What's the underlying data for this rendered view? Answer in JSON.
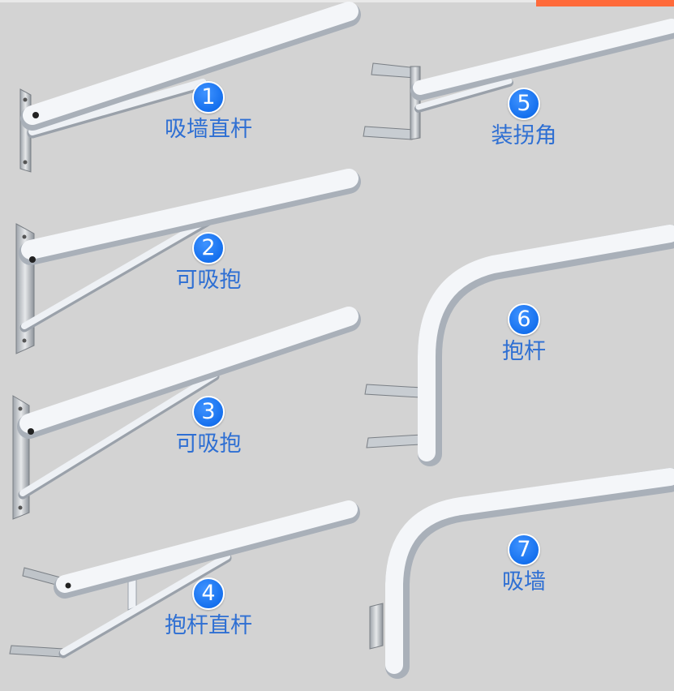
{
  "colors": {
    "background": "#d3d3d3",
    "pole": "#eef1f5",
    "pole_shadow": "#a9b0b9",
    "badge": "#1570ee",
    "label": "#2e6fd3",
    "accent": "#ff6a3a"
  },
  "items": [
    {
      "number": "1",
      "label": "吸墙直杆"
    },
    {
      "number": "2",
      "label": "可吸抱"
    },
    {
      "number": "3",
      "label": "可吸抱"
    },
    {
      "number": "4",
      "label": "抱杆直杆"
    },
    {
      "number": "5",
      "label": "装拐角"
    },
    {
      "number": "6",
      "label": "抱杆"
    },
    {
      "number": "7",
      "label": "吸墙"
    }
  ]
}
